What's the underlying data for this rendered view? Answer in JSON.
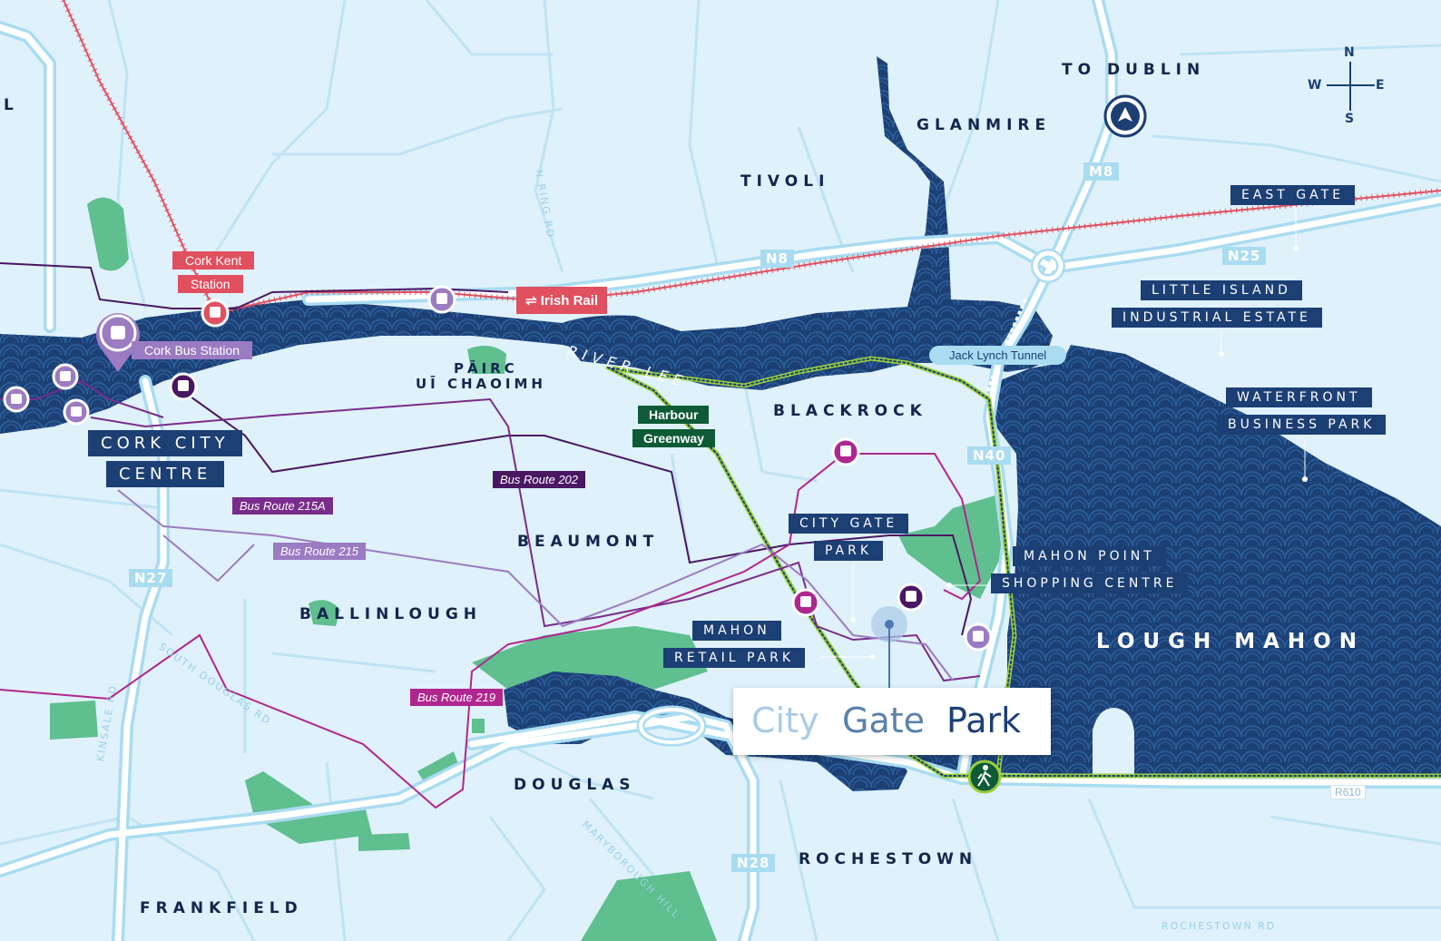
{
  "places": {
    "glanmire": "GLANMIRE",
    "tivoli": "TIVOLI",
    "to_dublin": "TO DUBLIN",
    "blackrock": "BLACKROCK",
    "beaumont": "BEAUMONT",
    "ballinlough": "BALLINLOUGH",
    "douglas": "DOUGLAS",
    "rochestown": "ROCHESTOWN",
    "frankfield": "FRANKFIELD",
    "lough_mahon": "LOUGH MAHON",
    "pairc_line1": "PĀIRC",
    "pairc_line2": "UĪ CHAOIMH",
    "edge_letter": "L"
  },
  "areas": {
    "east_gate": "EAST GATE",
    "little_island_1": "LITTLE ISLAND",
    "little_island_2": "INDUSTRIAL ESTATE",
    "waterfront_1": "WATERFRONT",
    "waterfront_2": "BUSINESS PARK",
    "mahon_point_1": "MAHON POINT",
    "mahon_point_2": "SHOPPING CENTRE",
    "city_gate_1": "CITY GATE",
    "city_gate_2": "PARK",
    "mahon_retail_1": "MAHON",
    "mahon_retail_2": "RETAIL PARK",
    "cork_city_1": "CORK CITY",
    "cork_city_2": "CENTRE"
  },
  "roads": {
    "m8": "M8",
    "n8": "N8",
    "n25": "N25",
    "n40": "N40",
    "n27": "N27",
    "n28": "N28",
    "r610": "R610"
  },
  "streets": {
    "n_ring": "N RING RD",
    "south_douglas": "SOUTH DOUGLAS RD",
    "kinsale": "KINSALE RD",
    "maryborough": "MARYBOROUGH HILL",
    "rochestown_rd": "ROCHESTOWN RD"
  },
  "transport": {
    "cork_kent_1": "Cork Kent",
    "cork_kent_2": "Station",
    "irish_rail": "Irish Rail",
    "cork_bus_station": "Cork Bus Station",
    "river_lee": "RIVER LEE",
    "harbour": "Harbour",
    "greenway": "Greenway",
    "jack_lynch": "Jack Lynch Tunnel"
  },
  "bus_routes": [
    {
      "label": "Bus Route 202",
      "color": "#4a1763"
    },
    {
      "label": "Bus Route 215A",
      "color": "#7a2c8c"
    },
    {
      "label": "Bus Route 215",
      "color": "#9b7bc2"
    },
    {
      "label": "Bus Route 219",
      "color": "#b0268f"
    }
  ],
  "highlight": {
    "title_part1": "City",
    "title_part2": "Gate",
    "title_part3": "Park"
  },
  "compass": {
    "n": "N",
    "s": "S",
    "e": "E",
    "w": "W"
  },
  "colors": {
    "land": "#dff1fb",
    "water": "#1c3f74",
    "park": "#5fbf8f",
    "rail": "#e0505f",
    "greenway": "#9bcf3a",
    "road": "#ffffff"
  },
  "icons": [
    "bus-icon",
    "train-icon",
    "walking-icon",
    "north-arrow-icon",
    "compass-icon",
    "location-pin-icon"
  ]
}
